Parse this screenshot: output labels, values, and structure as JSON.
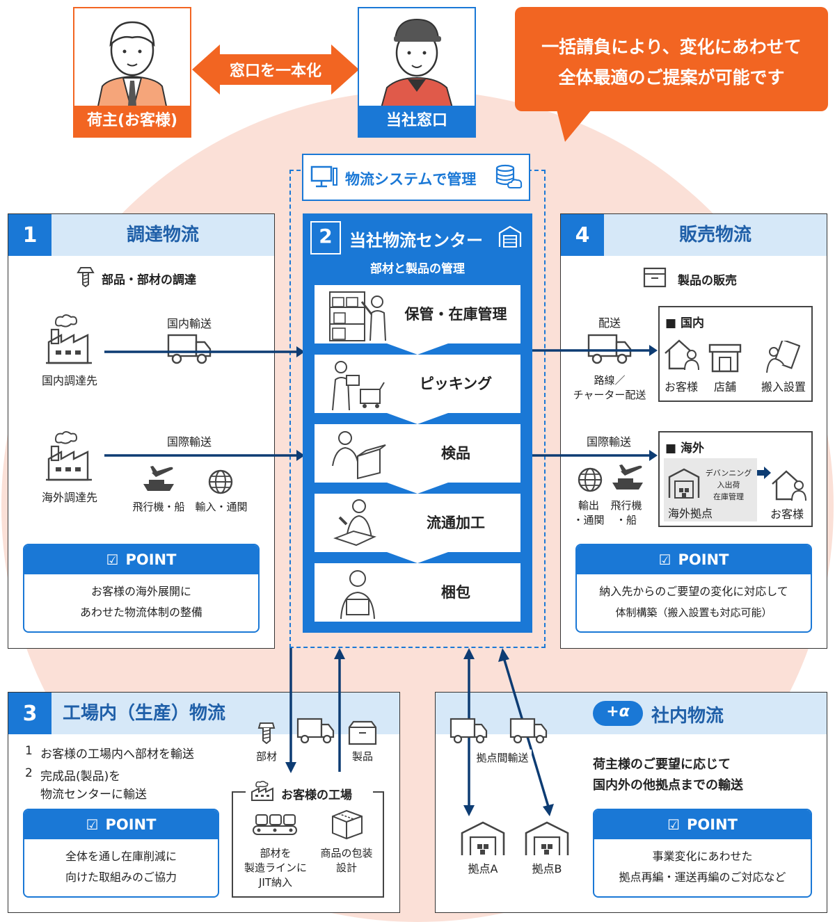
{
  "top": {
    "shipper_label": "荷主(お客様)",
    "window_label": "当社窓口",
    "unify_label": "窓口を一本化",
    "callout_line1": "一括請負により、変化にあわせて",
    "callout_line2": "全体最適のご提案が可能です",
    "system_label": "物流システムで管理"
  },
  "procurement": {
    "num": "1",
    "title": "調達物流",
    "subtitle": "部品・部材の調達",
    "domestic_supplier": "国内調達先",
    "domestic_transport": "国内輸送",
    "overseas_supplier": "海外調達先",
    "intl_transport": "国際輸送",
    "plane_ship": "飛行機・船",
    "import_customs": "輸入・通関",
    "point_label": "POINT",
    "point_line1": "お客様の海外展開に",
    "point_line2": "あわせた物流体制の整備"
  },
  "center": {
    "num": "2",
    "title": "当社物流センター",
    "subtitle": "部材と製品の管理",
    "steps": [
      "保管・在庫管理",
      "ピッキング",
      "検品",
      "流通加工",
      "梱包"
    ]
  },
  "sales": {
    "num": "4",
    "title": "販売物流",
    "subtitle": "製品の販売",
    "delivery": "配送",
    "route_line1": "路線／",
    "route_line2": "チャーター配送",
    "domestic_title": "■ 国内",
    "customer": "お客様",
    "store": "店舗",
    "install": "搬入設置",
    "intl_transport": "国際輸送",
    "overseas_title": "■ 海外",
    "export_line1": "輸出",
    "export_line2": "・通関",
    "plane_line1": "飛行機",
    "plane_line2": "・船",
    "devanning": "デバンニング",
    "inout": "入出荷",
    "stock": "在庫管理",
    "overseas_base": "海外拠点",
    "overseas_customer": "お客様",
    "point_label": "POINT",
    "point_line1": "納入先からのご要望の変化に対応して",
    "point_line2": "体制構築（搬入設置も対応可能）"
  },
  "factory": {
    "num": "3",
    "title": "工場内（生産）物流",
    "item1_num": "1",
    "item1": "お客様の工場内へ部材を輸送",
    "item2_num": "2",
    "item2_line1": "完成品(製品)を",
    "item2_line2": "物流センターに輸送",
    "parts": "部材",
    "products": "製品",
    "customer_factory": "お客様の工場",
    "jit_line1": "部材を",
    "jit_line2": "製造ラインに",
    "jit_line3": "JIT納入",
    "pack_line1": "商品の包装",
    "pack_line2": "設計",
    "point_label": "POINT",
    "point_line1": "全体を通し在庫削減に",
    "point_line2": "向けた取組みのご協力"
  },
  "internal": {
    "badge": "+α",
    "title": "社内物流",
    "inter_base": "拠点間輸送",
    "base_a": "拠点A",
    "base_b": "拠点B",
    "desc_line1": "荷主様のご要望に応じて",
    "desc_line2": "国内外の他拠点までの輸送",
    "point_label": "POINT",
    "point_line1": "事業変化にあわせた",
    "point_line2": "拠点再編・運送再編のご対応など"
  },
  "colors": {
    "accent_blue": "#1a78d6",
    "dark_blue": "#0d3c73",
    "orange": "#f26522",
    "peach": "#fbe0d7",
    "head_blue": "#d6e8f8"
  }
}
